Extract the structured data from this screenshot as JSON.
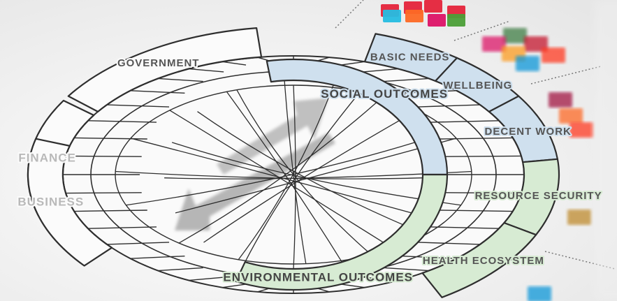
{
  "diagram": {
    "inner_ring": [
      {
        "label": "SOCIAL OUTCOMES",
        "tone": "blue"
      },
      {
        "label": "ENVIRONMENTAL OUTCOMES",
        "tone": "green"
      }
    ],
    "outer_right": [
      {
        "label": "BASIC NEEDS",
        "tone": "blue"
      },
      {
        "label": "WELLBEING",
        "tone": "blue"
      },
      {
        "label": "DECENT WORK",
        "tone": "blue"
      },
      {
        "label": "RESOURCE SECURITY",
        "tone": "green"
      },
      {
        "label": "HEALTH ECOSYSTEM",
        "tone": "green"
      }
    ],
    "outer_left": [
      {
        "label": "GOVERNMENT",
        "tone": "white"
      },
      {
        "label": "FINANCE",
        "tone": "white"
      },
      {
        "label": "BUSINESS",
        "tone": "white"
      }
    ],
    "colors": {
      "blue": "#cfe0ee",
      "green": "#d7ebd3",
      "white": "#fbfbfb",
      "line": "#2e2e2e",
      "arrow": "#9a9a9a"
    },
    "goal_tile_colors": [
      "#e5243b",
      "#dda63a",
      "#4c9f38",
      "#c5192d",
      "#ff3a21",
      "#26bde2",
      "#fcc30b",
      "#a21942",
      "#fd6925",
      "#dd1367",
      "#fd9d24",
      "#bf8b2e",
      "#3f7e44",
      "#0a97d9",
      "#56c02b",
      "#00689d",
      "#19486a"
    ]
  }
}
